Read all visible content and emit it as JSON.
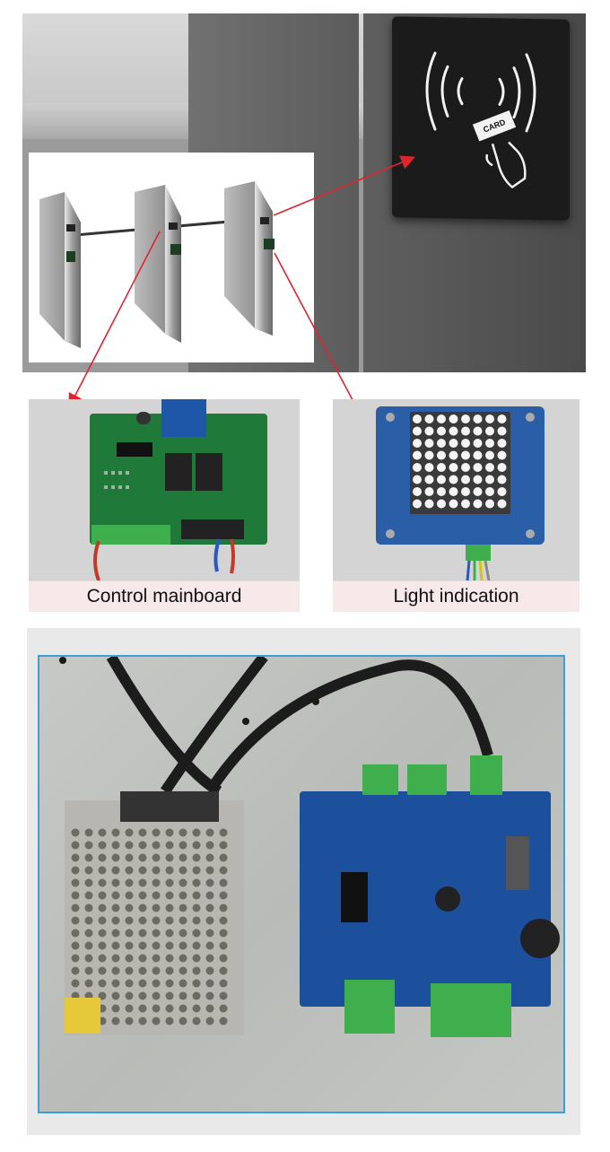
{
  "hero": {
    "reader_card_text": "CARD"
  },
  "captions": {
    "control_mainboard": "Control mainboard",
    "light_indication": "Light indication"
  },
  "colors": {
    "caption_bg": "#f7e8ea",
    "arrow": "#e0242b",
    "frame_border": "#3aa0d8",
    "pcb_green": "#1f7a3a",
    "pcb_blue": "#1c4f9c",
    "led_panel_blue": "#2a5fa8"
  },
  "icons": {
    "reader": "contactless-card-icon"
  }
}
